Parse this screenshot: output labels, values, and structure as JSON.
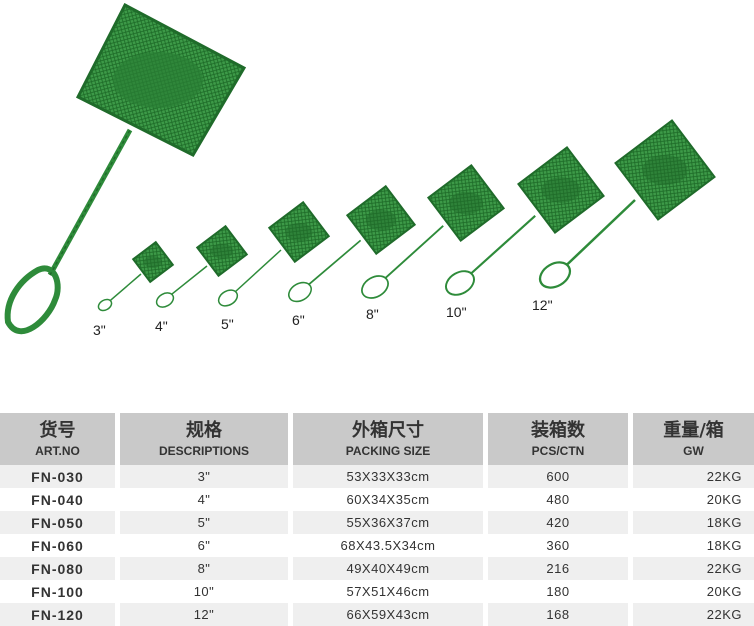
{
  "product": {
    "size_labels": [
      "3\"",
      "4\"",
      "5\"",
      "6\"",
      "8\"",
      "10\"",
      "12\""
    ],
    "net_color": "#2e8b3a",
    "net_dark": "#1f6b2a"
  },
  "table": {
    "headers": [
      {
        "zh": "货号",
        "en": "ART.NO"
      },
      {
        "zh": "规格",
        "en": "DESCRIPTIONS"
      },
      {
        "zh": "外箱尺寸",
        "en": "PACKING SIZE"
      },
      {
        "zh": "装箱数",
        "en": "PCS/CTN"
      },
      {
        "zh": "重量/箱",
        "en": "GW"
      }
    ],
    "rows": [
      {
        "art": "FN-030",
        "desc": "3\"",
        "pack": "53X33X33cm",
        "pcs": "600",
        "gw": "22KG"
      },
      {
        "art": "FN-040",
        "desc": "4\"",
        "pack": "60X34X35cm",
        "pcs": "480",
        "gw": "20KG"
      },
      {
        "art": "FN-050",
        "desc": "5\"",
        "pack": "55X36X37cm",
        "pcs": "420",
        "gw": "18KG"
      },
      {
        "art": "FN-060",
        "desc": "6\"",
        "pack": "68X43.5X34cm",
        "pcs": "360",
        "gw": "18KG"
      },
      {
        "art": "FN-080",
        "desc": "8\"",
        "pack": "49X40X49cm",
        "pcs": "216",
        "gw": "22KG"
      },
      {
        "art": "FN-100",
        "desc": "10\"",
        "pack": "57X51X46cm",
        "pcs": "180",
        "gw": "20KG"
      },
      {
        "art": "FN-120",
        "desc": "12\"",
        "pack": "66X59X43cm",
        "pcs": "168",
        "gw": "22KG"
      }
    ]
  }
}
